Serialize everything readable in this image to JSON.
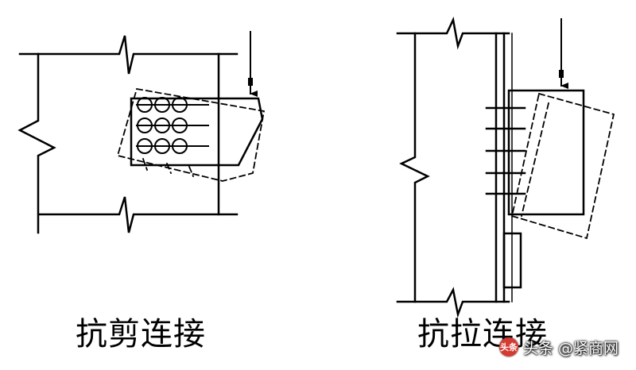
{
  "captions": {
    "shear": "抗剪连接",
    "tension": "抗拉连接"
  },
  "watermark": {
    "logo_text": "头条",
    "text": "头条 @紧商网"
  },
  "colors": {
    "line": "#000000",
    "background": "#ffffff"
  }
}
